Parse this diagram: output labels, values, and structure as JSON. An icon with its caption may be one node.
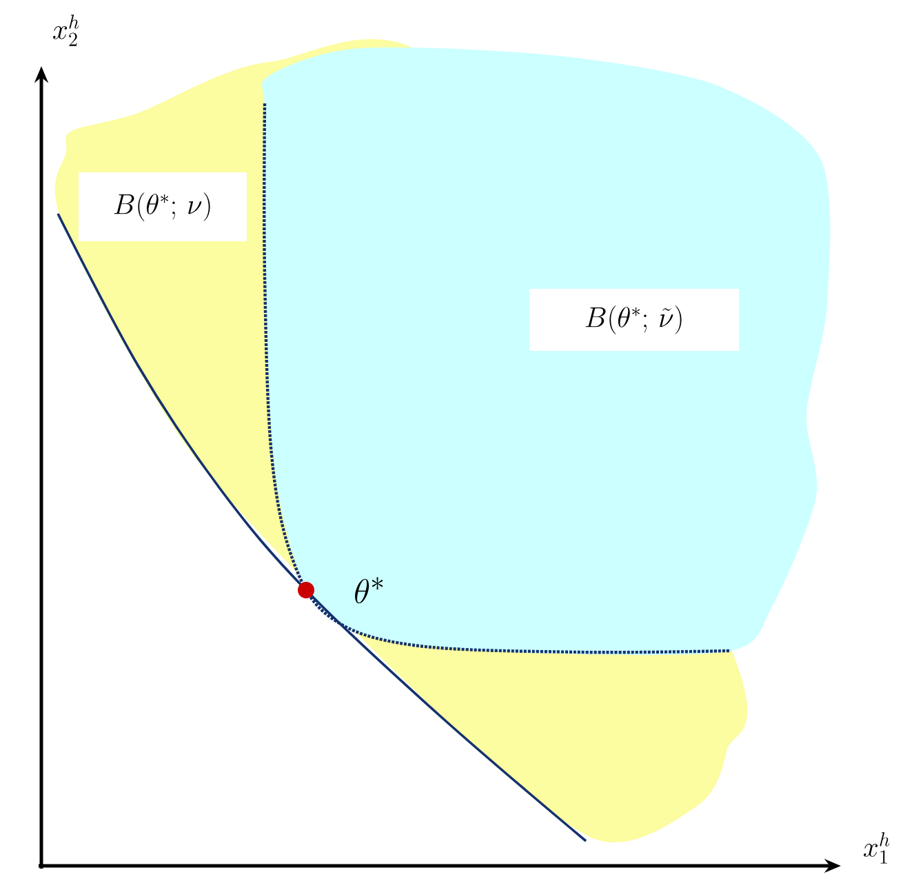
{
  "diagram": {
    "nodes": [
      {
        "text": [
          "B(\\theta^*;\\, \\nu)"
        ]
      },
      {
        "text": [
          "B(\\theta^*;\\, \\tilde{\\nu})"
        ]
      }
    ],
    "labels": [
      "x^h_2",
      "\\theta^*",
      "x^h_1"
    ]
  }
}
